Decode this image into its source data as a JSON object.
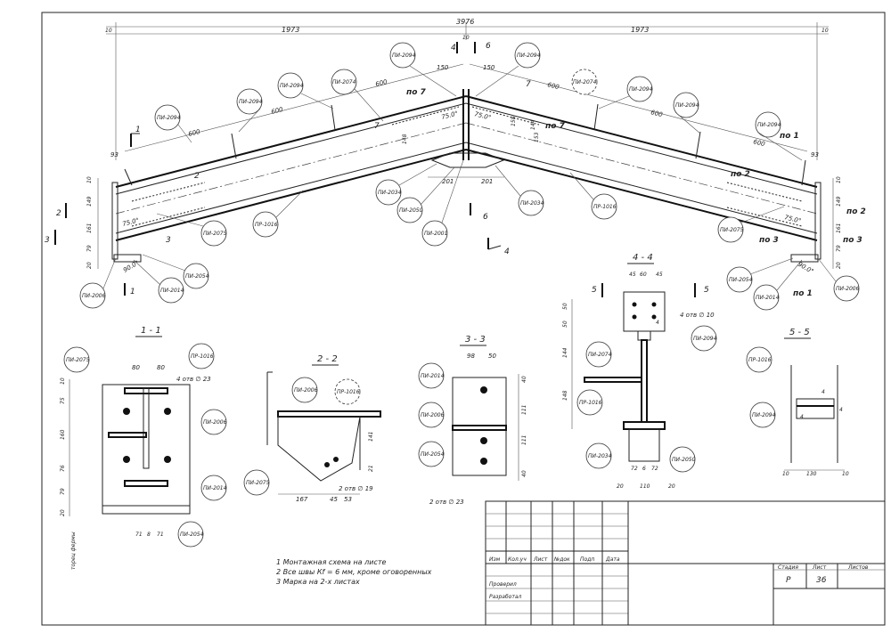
{
  "dims": {
    "total": "3976",
    "half_left": "1973",
    "half_right": "1973",
    "edge": "10",
    "d150": "150",
    "d600": "600",
    "d93": "93",
    "d201": "201",
    "d161": "161",
    "d149": "149",
    "d79": "79",
    "d20": "20",
    "d40": "40",
    "d45": "45",
    "d60": "60",
    "d50": "50",
    "d144": "144",
    "d148": "148",
    "d72": "72",
    "d6": "6",
    "d110": "110",
    "d130": "130",
    "d80": "80",
    "d75": "75",
    "d160": "160",
    "d76": "76",
    "d71": "71",
    "d8": "8",
    "d98": "98",
    "d111": "111",
    "d141": "141",
    "d21": "21",
    "d167": "167",
    "d53": "53",
    "d158": "158",
    "d153": "153",
    "d4": "4",
    "angle": "75.0°",
    "angle2": "90.0°"
  },
  "marks": {
    "pi2094": "ПИ-2094",
    "pi2074": "ПИ-2074",
    "pi2075": "ПИ-2075",
    "pr1016": "ПР-1016",
    "pi2054": "ПИ-2054",
    "pi2014": "ПИ-2014",
    "pi2006": "ПИ-2006",
    "pi2034": "ПИ-2034",
    "pi2050": "ПИ-2050",
    "pi2001": "ПИ-2001"
  },
  "cuts": {
    "c1": "1",
    "c2": "2",
    "c3": "3",
    "c4": "4",
    "c5": "5",
    "c6": "6",
    "c7": "7",
    "po1": "по 1",
    "po2": "по 2",
    "po3": "по 3",
    "po7": "по 7",
    "s11": "1 - 1",
    "s22": "2 - 2",
    "s33": "3 - 3",
    "s44": "4 - 4",
    "s55": "5 - 5"
  },
  "holes": {
    "h23a": "4 отв ∅ 23",
    "h10": "4 отв ∅ 10",
    "h19": "2 отв ∅ 19",
    "h23b": "2 отв ∅ 23"
  },
  "side_label": "торец фермы",
  "notes": [
    "1  Монтажная схема на листе",
    "2  Все швы Кf =  6   мм, кроме оговоренных",
    "3  Марка на 2-х листах"
  ],
  "title_block": {
    "cols": [
      "Изм",
      "Кол.уч",
      "Лист",
      "№док",
      "Подп",
      "Дата"
    ],
    "checked": "Проверил",
    "developed": "Разработал",
    "stage_h": "Стадия",
    "sheet_h": "Лист",
    "sheets_h": "Листов",
    "stage": "Р",
    "sheet": "36"
  }
}
